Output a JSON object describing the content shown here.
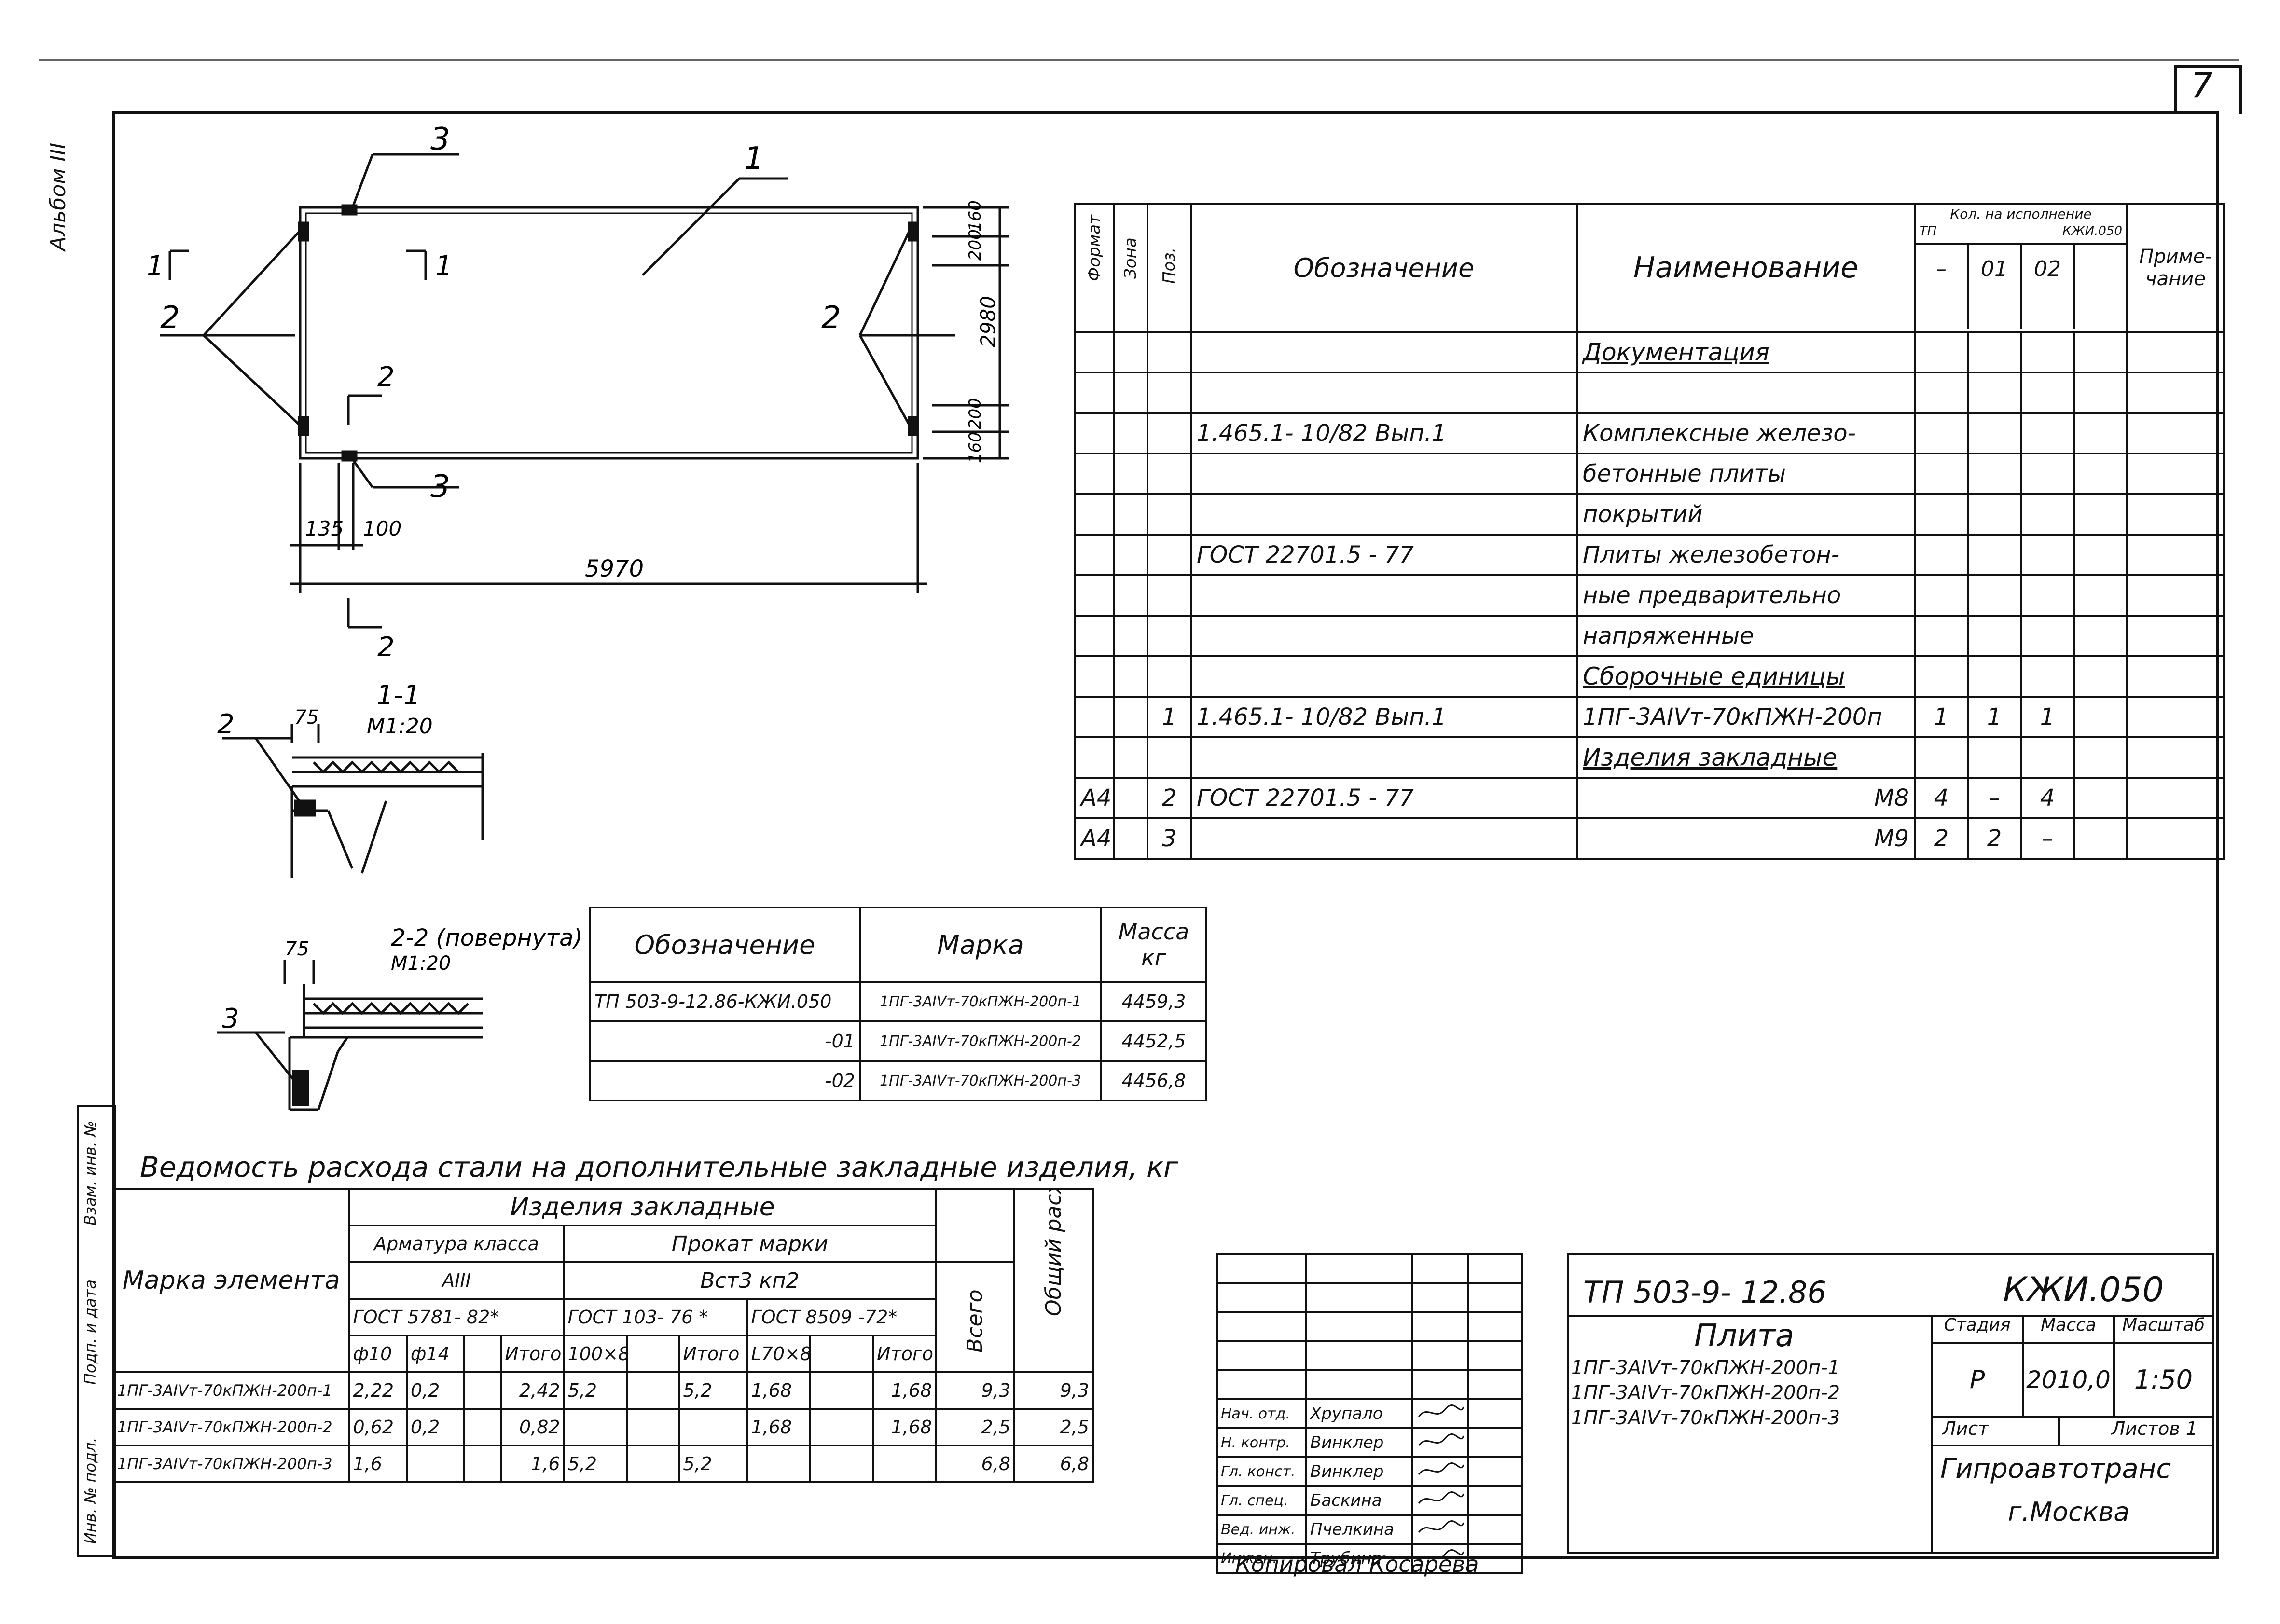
{
  "sheet": {
    "number": "7",
    "side_label": "Альбом III"
  },
  "side_stamp": {
    "labels": [
      "Взам. инв. №",
      "Подп. и дата",
      "Инв. № подл."
    ]
  },
  "plan": {
    "labels": {
      "pos1": "1",
      "pos2_left": "2",
      "pos2_right": "2",
      "pos3_top": "3",
      "pos3_bottom": "3",
      "cut1_left": "1",
      "cut1_right": "1",
      "cut2_top": "2",
      "cut2_bottom": "2"
    },
    "dims": {
      "length": "5970",
      "width": "2980",
      "d160_top": "160",
      "d200_top": "200",
      "d200_bottom": "200",
      "d160_bottom": "160",
      "d135": "135",
      "d100": "100"
    }
  },
  "section1": {
    "title": "1-1",
    "scale": "М1:20",
    "pos": "2",
    "dim": "75"
  },
  "section2": {
    "title": "2-2 (повернута)",
    "scale": "М1:20",
    "pos": "3",
    "dim": "75"
  },
  "spec": {
    "headers": {
      "format": "Формат",
      "zone": "Зона",
      "pos": "Поз.",
      "designation": "Обозначение",
      "name": "Наименование",
      "qty_top": "Кол. на исполнение",
      "qty_tp": "ТП",
      "qty_kzhi": "КЖИ.050",
      "v1": "–",
      "v2": "01",
      "v3": "02",
      "note": "Приме- чание"
    },
    "rows": [
      {
        "format": "",
        "pos": "",
        "designation": "",
        "name": "Документация",
        "q1": "",
        "q2": "",
        "q3": "",
        "center": true
      },
      {
        "format": "",
        "pos": "",
        "designation": "",
        "name": "",
        "q1": "",
        "q2": "",
        "q3": ""
      },
      {
        "format": "",
        "pos": "",
        "designation": "1.465.1- 10/82   Вып.1",
        "name": "Комплексные железо-",
        "q1": "",
        "q2": "",
        "q3": ""
      },
      {
        "format": "",
        "pos": "",
        "designation": "",
        "name": "бетонные плиты",
        "q1": "",
        "q2": "",
        "q3": ""
      },
      {
        "format": "",
        "pos": "",
        "designation": "",
        "name": "покрытий",
        "q1": "",
        "q2": "",
        "q3": ""
      },
      {
        "format": "",
        "pos": "",
        "designation": "ГОСТ 22701.5 - 77",
        "name": "Плиты железобетон-",
        "q1": "",
        "q2": "",
        "q3": ""
      },
      {
        "format": "",
        "pos": "",
        "designation": "",
        "name": "ные предварительно",
        "q1": "",
        "q2": "",
        "q3": ""
      },
      {
        "format": "",
        "pos": "",
        "designation": "",
        "name": "напряженные",
        "q1": "",
        "q2": "",
        "q3": ""
      },
      {
        "format": "",
        "pos": "",
        "designation": "",
        "name": "Сборочные единицы",
        "q1": "",
        "q2": "",
        "q3": "",
        "center": true
      },
      {
        "format": "",
        "pos": "1",
        "designation": "1.465.1- 10/82  Вып.1",
        "name": "1ПГ-3АIVт-70кПЖН-200п",
        "q1": "1",
        "q2": "1",
        "q3": "1"
      },
      {
        "format": "",
        "pos": "",
        "designation": "",
        "name": "Изделия закладные",
        "q1": "",
        "q2": "",
        "q3": "",
        "center": true
      },
      {
        "format": "А4",
        "pos": "2",
        "designation": "ГОСТ 22701.5 - 77",
        "name": "М8",
        "q1": "4",
        "q2": "–",
        "q3": "4",
        "right": true
      },
      {
        "format": "А4",
        "pos": "3",
        "designation": "",
        "name": "М9",
        "q1": "2",
        "q2": "2",
        "q3": "–",
        "right": true
      }
    ]
  },
  "mass_table": {
    "headers": {
      "designation": "Обозначение",
      "mark": "Марка",
      "mass": "Масса кг"
    },
    "rows": [
      {
        "designation": "ТП 503-9-12.86-КЖИ.050",
        "mark": "1ПГ-3АIVт-70кПЖН-200п-1",
        "mass": "4459,3"
      },
      {
        "designation": "-01",
        "mark": "1ПГ-3АIVт-70кПЖН-200п-2",
        "mass": "4452,5"
      },
      {
        "designation": "-02",
        "mark": "1ПГ-3АIVт-70кПЖН-200п-3",
        "mass": "4456,8"
      }
    ]
  },
  "steel": {
    "title": "Ведомость расхода стали на дополнительные закладные изделия, кг",
    "headers": {
      "mark": "Марка элемента",
      "group": "Изделия закладные",
      "rebar": "Арматура класса",
      "rebar_class": "АIII",
      "rolled": "Прокат марки",
      "rolled_grade": "Вст3 кп2",
      "gost1": "ГОСТ 5781- 82*",
      "gost2": "ГОСТ 103- 76 *",
      "gost3": "ГОСТ 8509 -72*",
      "d10": "ф10",
      "d14": "ф14",
      "itogo1": "Итого",
      "p100x8": "100×8",
      "itogo2": "Итого",
      "l70x8": "L70×8",
      "itogo3": "Итого",
      "total": "Всего",
      "overall": "Общий расход"
    },
    "rows": [
      {
        "mark": "1ПГ-3АIVт-70кПЖН-200п-1",
        "d10": "2,22",
        "d14": "0,2",
        "i1": "2,42",
        "p100": "5,2",
        "i2": "5,2",
        "l70": "1,68",
        "i3": "1,68",
        "total": "9,3",
        "overall": "9,3"
      },
      {
        "mark": "1ПГ-3АIVт-70кПЖН-200п-2",
        "d10": "0,62",
        "d14": "0,2",
        "i1": "0,82",
        "p100": "",
        "i2": "",
        "l70": "1,68",
        "i3": "1,68",
        "total": "2,5",
        "overall": "2,5"
      },
      {
        "mark": "1ПГ-3АIVт-70кПЖН-200п-3",
        "d10": "1,6",
        "d14": "",
        "i1": "1,6",
        "p100": "5,2",
        "i2": "5,2",
        "l70": "",
        "i3": "",
        "total": "6,8",
        "overall": "6,8"
      }
    ]
  },
  "title_block": {
    "project": "ТП 503-9- 12.86",
    "code": "КЖИ.050",
    "item": "Плита",
    "marks": [
      "1ПГ-3АIVт-70кПЖН-200п-1",
      "1ПГ-3АIVт-70кПЖН-200п-2",
      "1ПГ-3АIVт-70кПЖН-200п-3"
    ],
    "stage_label": "Стадия",
    "mass_label": "Масса",
    "scale_label": "Масштаб",
    "stage": "Р",
    "mass": "2010,0",
    "scale": "1:50",
    "sheet_label": "Лист",
    "sheets_label": "Листов 1",
    "org": "Гипроавтотранс",
    "city": "г.Москва",
    "signers": [
      {
        "role": "Нач. отд.",
        "name": "Хрупало"
      },
      {
        "role": "Н. контр.",
        "name": "Винклер"
      },
      {
        "role": "Гл. конст.",
        "name": "Винклер"
      },
      {
        "role": "Гл. спец.",
        "name": "Баскина"
      },
      {
        "role": "Вед. инж.",
        "name": "Пчелкина"
      },
      {
        "role": "Инжен.",
        "name": "Трубина"
      }
    ],
    "copied": "Копировал Косарева"
  }
}
